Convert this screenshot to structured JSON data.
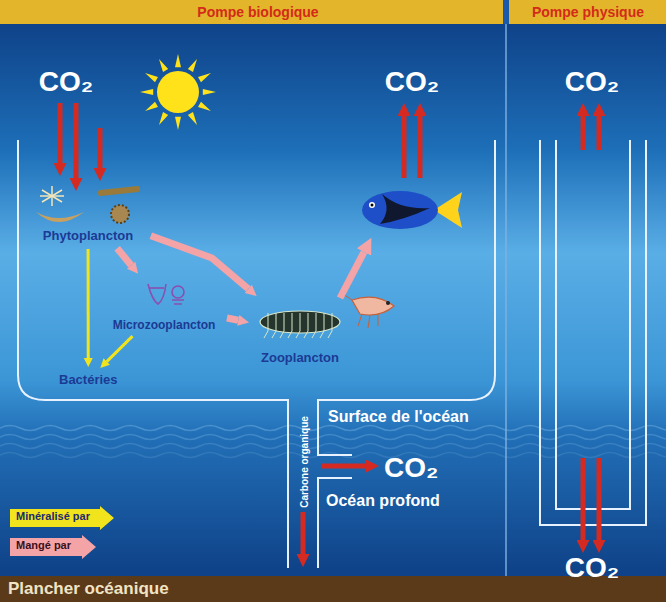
{
  "diagram": {
    "nodes": [
      {
        "text": [
          "Phytoplancton"
        ]
      },
      {
        "text": [
          "Microzooplancton"
        ]
      },
      {
        "text": [
          "Zooplancton"
        ]
      },
      {
        "text": [
          "Bactéries"
        ]
      }
    ],
    "edges": [
      {
        "from": 0,
        "to": 2,
        "arrow": "to"
      },
      {
        "from": 0,
        "to": 1,
        "arrow": "to"
      },
      {
        "from": 1,
        "to": 2,
        "arrow": "to"
      },
      {
        "from": 0,
        "to": 3,
        "arrow": "to"
      },
      {
        "from": 1,
        "to": 3,
        "arrow": "to"
      }
    ],
    "labels": [
      "Pompe biologique",
      "Pompe physique",
      "CO₂",
      "CO₂",
      "CO₂",
      "CO₂",
      "CO₂",
      "Surface de l'océan",
      "Carbone organique",
      "Océan profond",
      "Plancher océanique"
    ],
    "legend": [
      {
        "text": "Minéralisé par",
        "color": "#f2e41c"
      },
      {
        "text": "Mangé par",
        "color": "#f4a3a6"
      }
    ]
  }
}
